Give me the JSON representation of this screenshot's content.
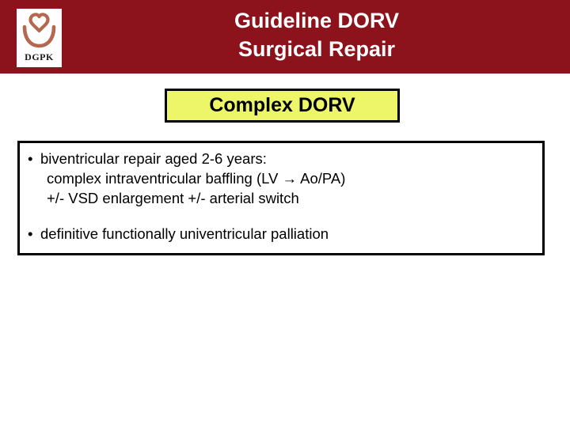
{
  "slide": {
    "background_color": "#ffffff",
    "header": {
      "band_color": "#8c131b",
      "title_lines": [
        "Guideline DORV",
        "Surgical Repair"
      ],
      "title_color": "#ffffff",
      "logo": {
        "name": "dgpk-logo",
        "caption": "DGPK",
        "mark_color": "#b5684f",
        "plate_color": "#ffffff"
      }
    },
    "heading_box": {
      "label": "Complex DORV",
      "fill_color": "#edf569",
      "border_color": "#000000",
      "text_color": "#000000"
    },
    "content_box": {
      "border_color": "#000000",
      "fill_color": "#ffffff",
      "bullets": [
        {
          "marker": "•",
          "lines": [
            "biventricular repair aged 2-6 years:",
            "complex intraventricular baffling (LV → Ao/PA)",
            "+/- VSD enlargement +/- arterial switch"
          ]
        },
        {
          "marker": "•",
          "lines": [
            "definitive functionally univentricular palliation"
          ]
        }
      ]
    }
  }
}
